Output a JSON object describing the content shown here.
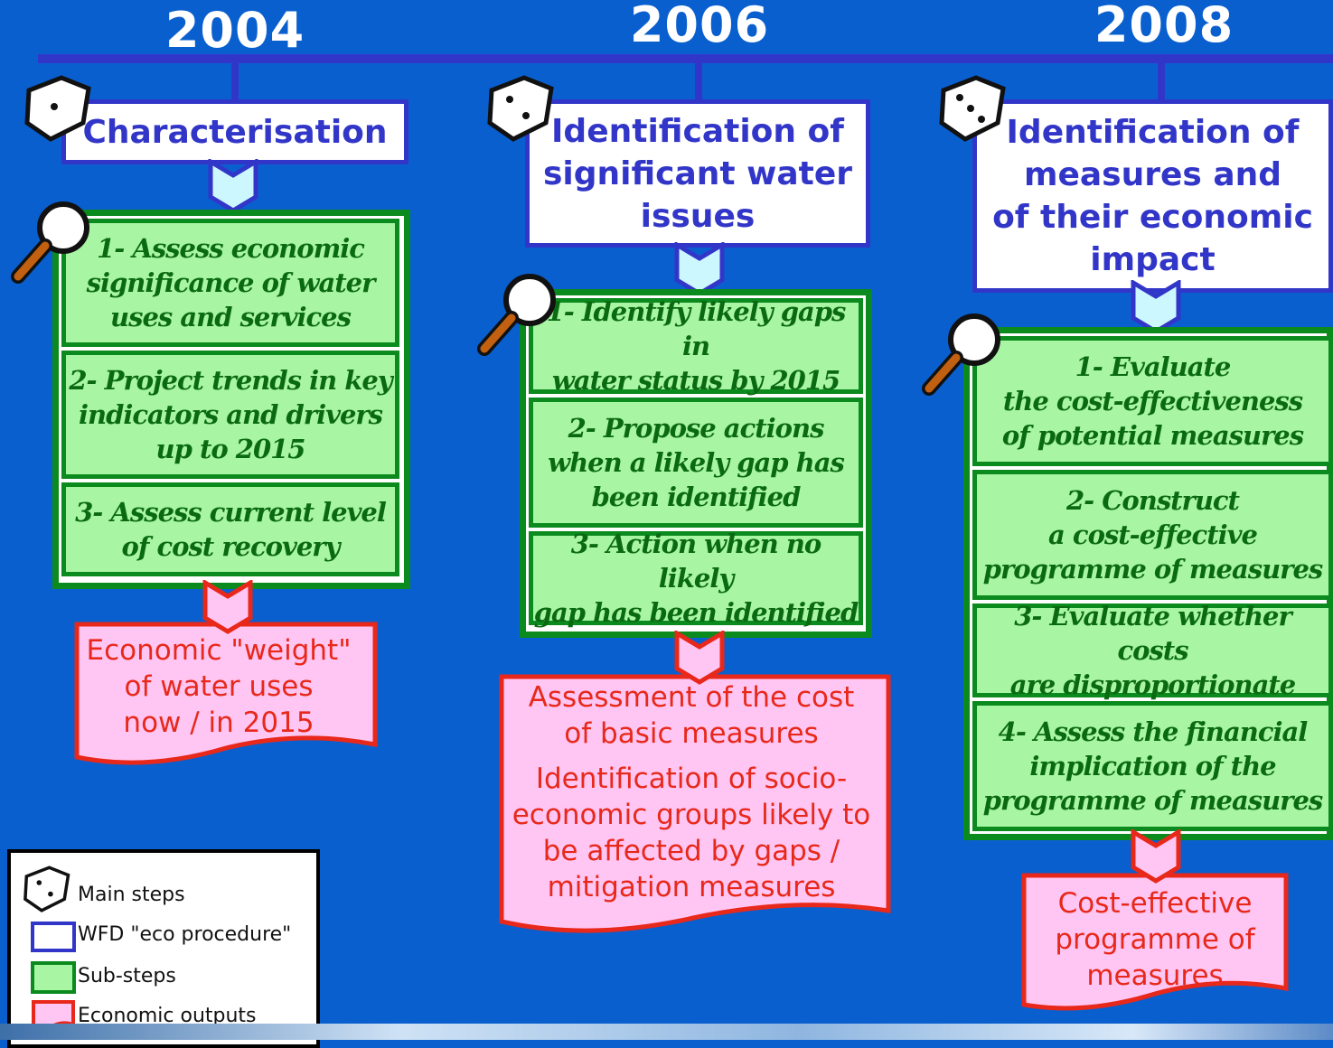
{
  "years": [
    "2004",
    "2006",
    "2008"
  ],
  "columns": [
    {
      "main_step": [
        "Characterisation"
      ],
      "sub_steps": [
        [
          "1- Assess economic",
          "significance of water",
          "uses and services"
        ],
        [
          "2- Project trends in key",
          "indicators and drivers",
          "up to 2015"
        ],
        [
          "3- Assess current level",
          "of cost recovery"
        ]
      ],
      "output": [
        "Economic \"weight\"",
        "of water uses",
        "now / in 2015"
      ]
    },
    {
      "main_step": [
        "Identification of",
        "significant water",
        "issues"
      ],
      "sub_steps": [
        [
          "1- Identify likely gaps in",
          "water status by 2015"
        ],
        [
          "2- Propose actions",
          "when a likely gap has",
          "been identified"
        ],
        [
          "3- Action when no likely",
          "gap has been identified"
        ]
      ],
      "output": [
        "Assessment of the cost",
        "of basic measures",
        "Identification of socio-",
        "economic groups likely to",
        "be affected by gaps /",
        "mitigation measures"
      ]
    },
    {
      "main_step": [
        "Identification of",
        "measures and",
        "of their economic",
        "impact"
      ],
      "sub_steps": [
        [
          "1- Evaluate",
          "the cost-effectiveness",
          "of potential measures"
        ],
        [
          "2- Construct",
          "a cost-effective",
          "programme of measures"
        ],
        [
          "3- Evaluate whether costs",
          "are disproportionate"
        ],
        [
          "4- Assess the financial",
          "implication of the",
          "programme of measures"
        ]
      ],
      "output": [
        "Cost-effective",
        "programme of",
        "measures"
      ]
    }
  ],
  "legend": {
    "main_steps": "Main steps",
    "wfd": "WFD \"eco procedure\"",
    "sub_steps": "Sub-steps",
    "outputs": "Economic outputs"
  },
  "colors": {
    "background": "#0a5fcf",
    "timeline": "#3236c8",
    "sub_border": "#0b8a1e",
    "sub_fill": "#a8f5a4",
    "output_border": "#e8281a",
    "output_fill": "#ffc6f4"
  }
}
